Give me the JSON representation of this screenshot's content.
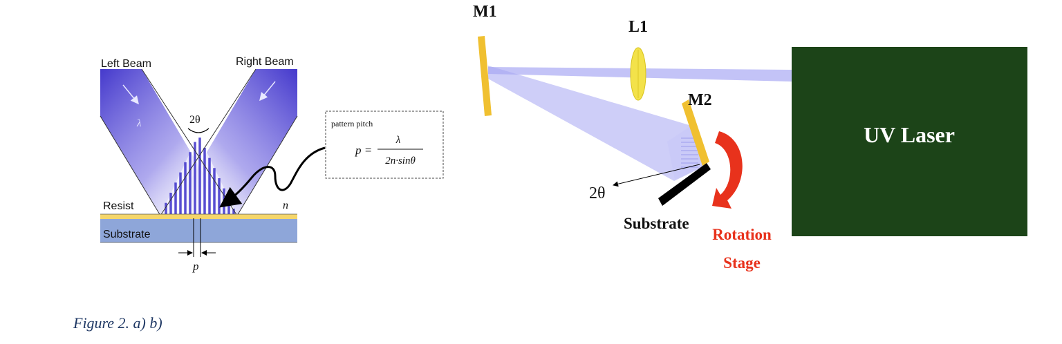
{
  "panel_a": {
    "left_beam_label": "Left Beam",
    "right_beam_label": "Right Beam",
    "lambda_label": "λ",
    "angle_label": "2θ",
    "resist_label": "Resist",
    "substrate_label": "Substrate",
    "index_label": "n",
    "pitch_label": "p",
    "callout_title": "pattern pitch",
    "formula_lhs": "p =",
    "formula_numerator": "λ",
    "formula_denominator": "2n·sinθ"
  },
  "panel_b": {
    "mirror1_label": "M1",
    "lens_label": "L1",
    "mirror2_label": "M2",
    "laser_label": "UV Laser",
    "angle_label": "2θ",
    "substrate_label": "Substrate",
    "stage_label_line1": "Rotation",
    "stage_label_line2": "Stage"
  },
  "caption": "Figure 2. a) b)",
  "colors": {
    "beam_blue": "#3b2fc9",
    "beam_light": "#b9b9f6",
    "resist": "#f5d66a",
    "substrate": "#8ea6d9",
    "mirror": "#f0c030",
    "lens": "#f3e24a",
    "laser": "#1c4418",
    "rotation_arrow": "#e8321c"
  }
}
